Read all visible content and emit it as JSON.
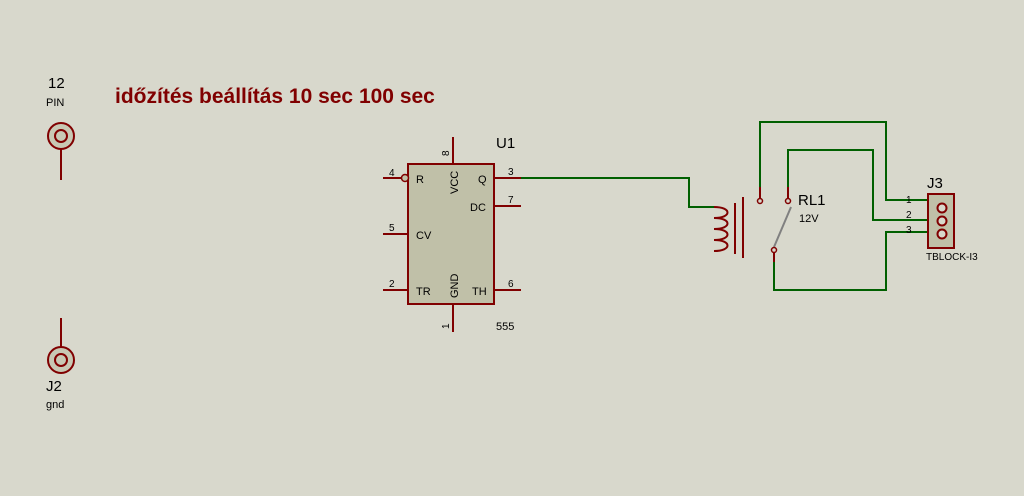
{
  "schematic": {
    "note": "időzítés beállítás 10 sec 100 sec",
    "connectors": [
      {
        "ref": "12",
        "value": "PIN"
      },
      {
        "ref": "J2",
        "value": "gnd"
      }
    ],
    "timer": {
      "ref": "U1",
      "value": "555",
      "pins": {
        "r": {
          "num": "4",
          "name": "R"
        },
        "cv": {
          "num": "5",
          "name": "CV"
        },
        "tr": {
          "num": "2",
          "name": "TR"
        },
        "vcc": {
          "num": "8",
          "name": "VCC"
        },
        "gnd": {
          "num": "1",
          "name": "GND"
        },
        "q": {
          "num": "3",
          "name": "Q"
        },
        "dc": {
          "num": "7",
          "name": "DC"
        },
        "th": {
          "num": "6",
          "name": "TH"
        }
      }
    },
    "relay": {
      "ref": "RL1",
      "value": "12V"
    },
    "terminal": {
      "ref": "J3",
      "value": "TBLOCK-I3",
      "pins": [
        "1",
        "2",
        "3"
      ]
    }
  },
  "colors": {
    "background": "#d8d8cc",
    "component_outline": "#800000",
    "ic_fill": "#c0c0a8",
    "wire": "#006000",
    "switch_blade": "#808080",
    "title": "#800000",
    "text": "#000000"
  }
}
